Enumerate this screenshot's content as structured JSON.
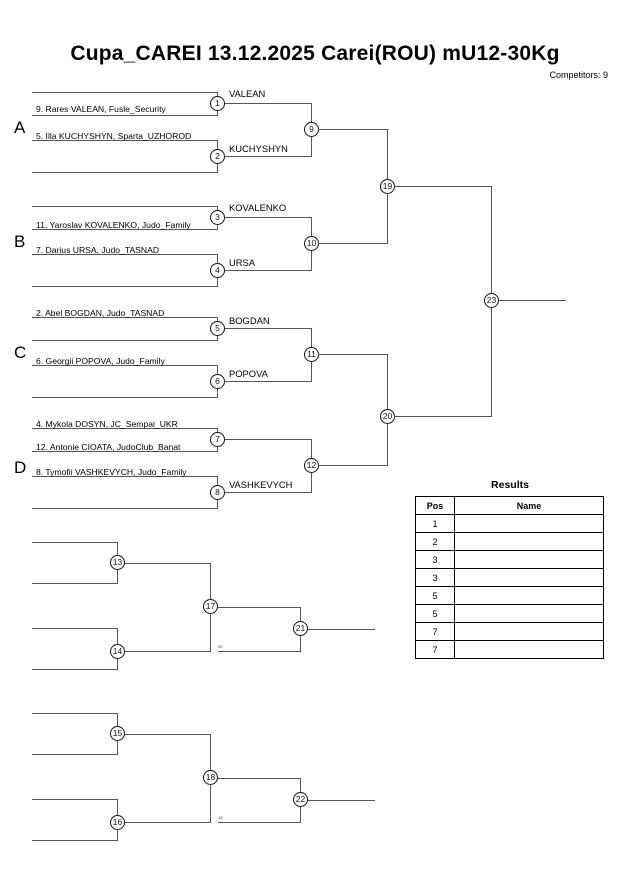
{
  "header": {
    "title": "Cupa_CAREI  13.12.2025  Carei(ROU)   mU12-30Kg",
    "competitors_label": "Competitors: 9"
  },
  "groups": [
    {
      "letter": "A"
    },
    {
      "letter": "B"
    },
    {
      "letter": "C"
    },
    {
      "letter": "D"
    }
  ],
  "competitors": [
    {
      "seed": "9",
      "text": "9. Rares VALEAN, Fusle_Security"
    },
    {
      "seed": "5",
      "text": "5. Illa KUCHYSHYN, Sparta_UZHOROD"
    },
    {
      "seed": "11",
      "text": "11. Yaroslav KOVALENKO, Judo_Family"
    },
    {
      "seed": "7",
      "text": "7. Darius URSA, Judo_TASNAD"
    },
    {
      "seed": "2",
      "text": "2. Abel BOGDAN, Judo_TASNAD"
    },
    {
      "seed": "6",
      "text": "6. Georgii POPOVA, Judo_Family"
    },
    {
      "seed": "4",
      "text": "4. Mykola DOSYN, JC_Sempai_UKR"
    },
    {
      "seed": "12",
      "text": "12. Antonie CIOATA, JudoClub_Banat"
    },
    {
      "seed": "8",
      "text": "8. Tymofii VASHKEVYCH, Judo_Family"
    }
  ],
  "winners": [
    {
      "match": "1",
      "name": "VALEAN"
    },
    {
      "match": "2",
      "name": "KUCHYSHYN"
    },
    {
      "match": "3",
      "name": "KOVALENKO"
    },
    {
      "match": "4",
      "name": "URSA"
    },
    {
      "match": "5",
      "name": "BOGDAN"
    },
    {
      "match": "6",
      "name": "POPOVA"
    },
    {
      "match": "8",
      "name": "VASHKEVYCH"
    }
  ],
  "matches": {
    "m1": "1",
    "m2": "2",
    "m3": "3",
    "m4": "4",
    "m5": "5",
    "m6": "6",
    "m7": "7",
    "m8": "8",
    "m9": "9",
    "m10": "10",
    "m11": "11",
    "m12": "12",
    "m13": "13",
    "m14": "14",
    "m15": "15",
    "m16": "16",
    "m17": "17",
    "m18": "18",
    "m19": "19",
    "m20": "20",
    "m21": "21",
    "m22": "22",
    "m23": "23"
  },
  "repechage_refs": {
    "ref21": "20",
    "ref22": "19"
  },
  "results": {
    "title": "Results",
    "columns": [
      "Pos",
      "Name"
    ],
    "rows": [
      {
        "pos": "1",
        "name": ""
      },
      {
        "pos": "2",
        "name": ""
      },
      {
        "pos": "3",
        "name": ""
      },
      {
        "pos": "3",
        "name": ""
      },
      {
        "pos": "5",
        "name": ""
      },
      {
        "pos": "5",
        "name": ""
      },
      {
        "pos": "7",
        "name": ""
      },
      {
        "pos": "7",
        "name": ""
      }
    ]
  }
}
